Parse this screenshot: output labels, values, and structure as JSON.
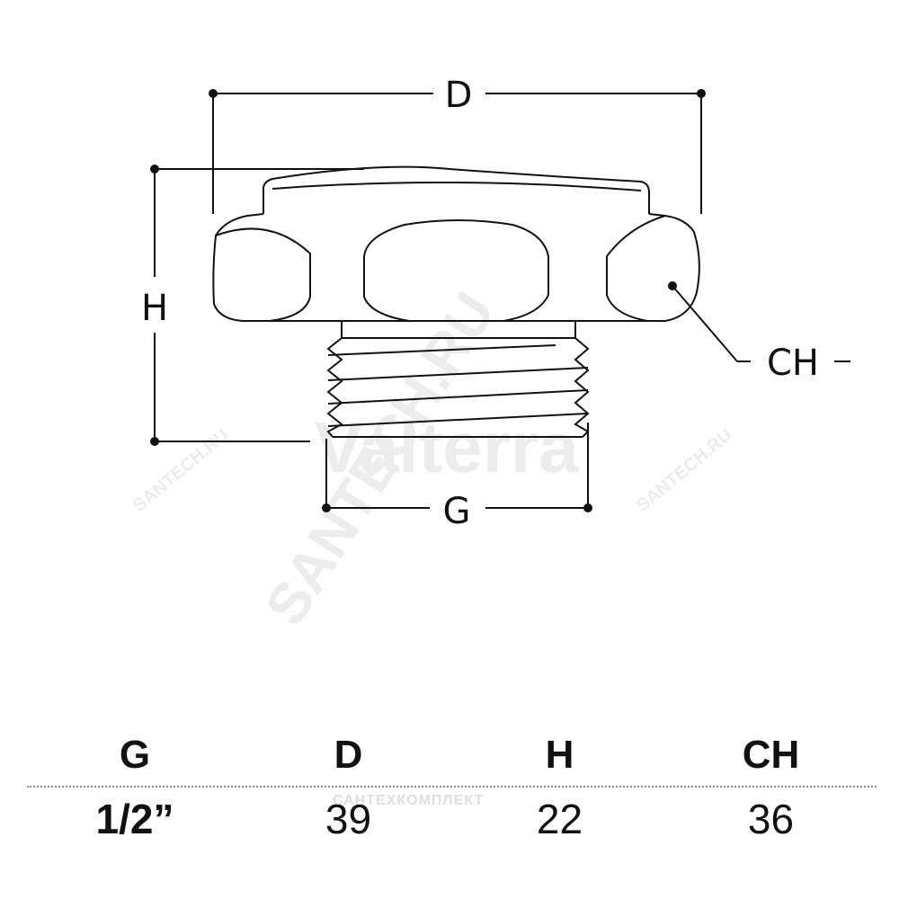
{
  "drawing": {
    "labels": {
      "d": "D",
      "h": "H",
      "g": "G",
      "ch": "CH"
    },
    "watermarks": {
      "brand": "Valterra",
      "site": "SANTECH.RU",
      "site_small": "SANTECH.RU"
    }
  },
  "table": {
    "headers": [
      "G",
      "D",
      "H",
      "CH"
    ],
    "values": [
      "1/2”",
      "39",
      "22",
      "36"
    ],
    "watermark": "САНТЕХКОМПЛЕКТ"
  }
}
